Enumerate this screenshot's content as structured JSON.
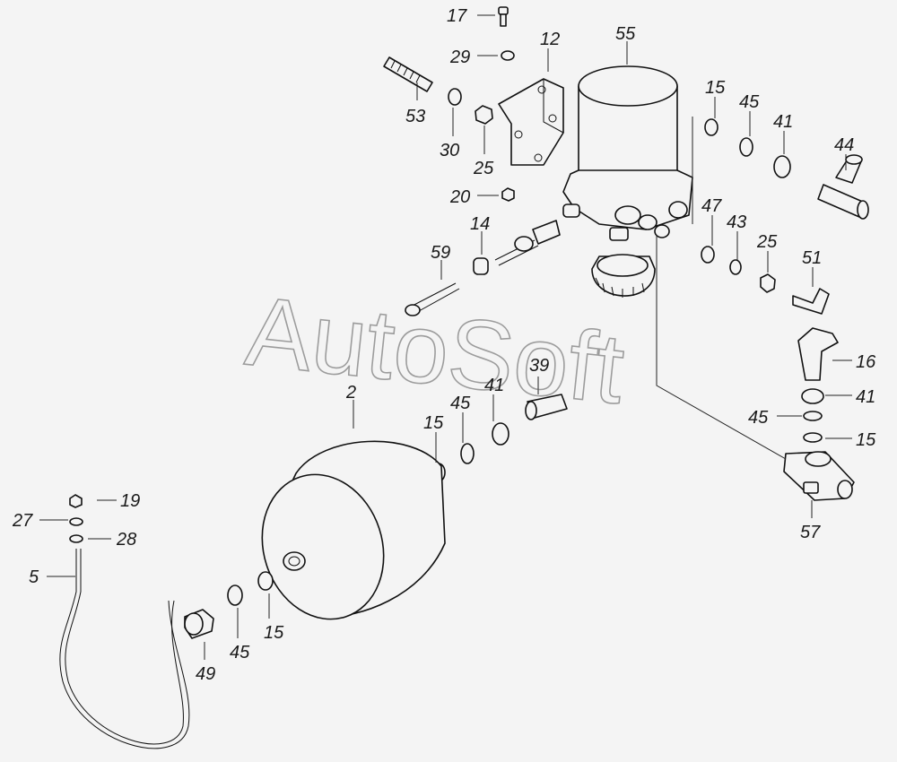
{
  "watermark": "AutoSoft",
  "labels": {
    "l17": "17",
    "l29": "29",
    "l12": "12",
    "l55": "55",
    "l53": "53",
    "l30": "30",
    "l25a": "25",
    "l20": "20",
    "l14": "14",
    "l59": "59",
    "l15a": "15",
    "l45a": "45",
    "l41a": "41",
    "l44": "44",
    "l47": "47",
    "l43": "43",
    "l25b": "25",
    "l51": "51",
    "l16": "16",
    "l41b": "41",
    "l45b": "45",
    "l15b": "15",
    "l57": "57",
    "l39": "39",
    "l41c": "41",
    "l45c": "45",
    "l2": "2",
    "l15c": "15",
    "l19": "19",
    "l27": "27",
    "l28": "28",
    "l5": "5",
    "l49": "49",
    "l45d": "45",
    "l15d": "15"
  }
}
